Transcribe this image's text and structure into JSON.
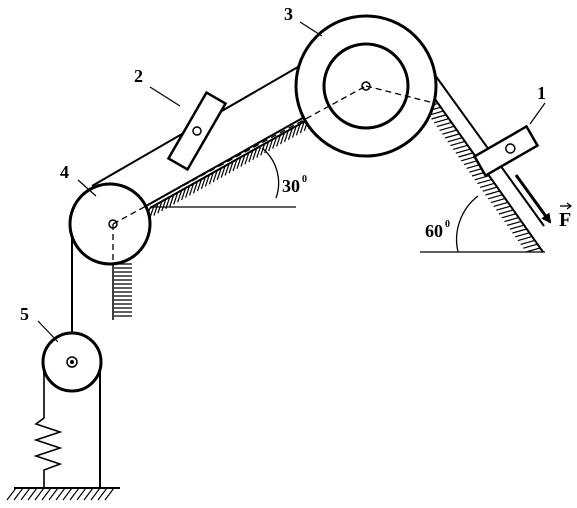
{
  "labels": {
    "body1": "1",
    "body2": "2",
    "body3": "3",
    "body4": "4",
    "body5": "5"
  },
  "angles": {
    "left_incline": "30",
    "right_incline": "60",
    "degree_sign": "0"
  },
  "force": {
    "symbol": "F"
  },
  "colors": {
    "ink": "#000000",
    "paper": "#ffffff"
  }
}
